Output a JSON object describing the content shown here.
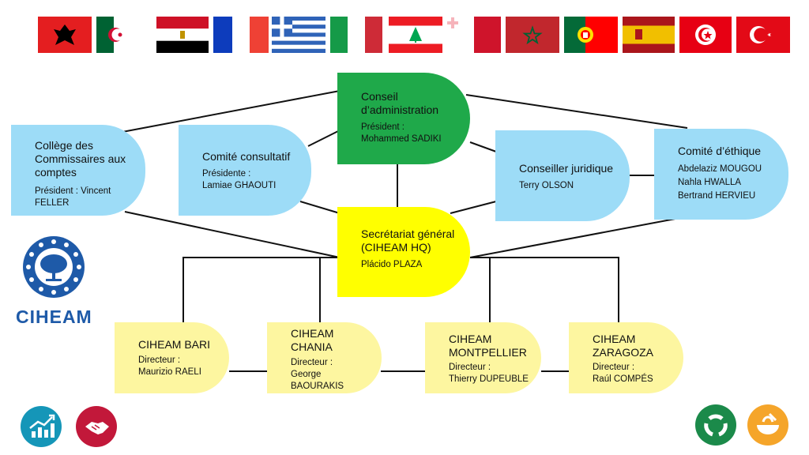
{
  "flags": [
    {
      "country": "Albania"
    },
    {
      "country": "Algeria"
    },
    {
      "country": "Egypt"
    },
    {
      "country": "France"
    },
    {
      "country": "Greece"
    },
    {
      "country": "Italy"
    },
    {
      "country": "Lebanon"
    },
    {
      "country": "Malta"
    },
    {
      "country": "Morocco"
    },
    {
      "country": "Portugal"
    },
    {
      "country": "Spain"
    },
    {
      "country": "Tunisia"
    },
    {
      "country": "Turkey"
    }
  ],
  "nodes": {
    "conseil": {
      "title": "Conseil d’administration",
      "sub": [
        "Président :",
        "Mohammed SADIKI"
      ]
    },
    "college": {
      "title": "Collège des Commissaires aux comptes",
      "sub": [
        "Président : Vincent FELLER"
      ]
    },
    "consultatif": {
      "title": "Comité consultatif",
      "sub": [
        "Présidente :",
        "Lamiae GHAOUTI"
      ]
    },
    "juridique": {
      "title": "Conseiller juridique",
      "sub": [
        "Terry OLSON"
      ]
    },
    "ethique": {
      "title": "Comité d’éthique",
      "sub": [
        "Abdelaziz MOUGOU",
        "Nahla HWALLA",
        "Bertrand HERVIEU"
      ]
    },
    "secretariat": {
      "title": "Secrétariat général (CIHEAM HQ)",
      "sub": [
        "Plácido PLAZA"
      ]
    },
    "bari": {
      "title": "CIHEAM BARI",
      "sub": [
        "Directeur :",
        "Maurizio RAELI"
      ]
    },
    "chania": {
      "title": "CIHEAM CHANIA",
      "sub": [
        "Directeur :",
        "George BAOURAKIS"
      ]
    },
    "montpellier": {
      "title": "CIHEAM MONTPELLIER",
      "sub": [
        "Directeur :",
        "Thierry DUPEUBLE"
      ]
    },
    "zaragoza": {
      "title": "CIHEAM ZARAGOZA",
      "sub": [
        "Directeur :",
        "Raúl COMPÉS"
      ]
    }
  },
  "logo": {
    "text": "CIHEAM"
  },
  "colors": {
    "blue": "#9ddcf7",
    "green": "#1fa94a",
    "yellow": "#ffff00",
    "light_yellow": "#fdf6a0",
    "logo_blue": "#1e5aa8"
  },
  "icons": [
    "growth-chart-icon",
    "handshake-icon",
    "recycle-icon",
    "food-bowl-icon"
  ]
}
